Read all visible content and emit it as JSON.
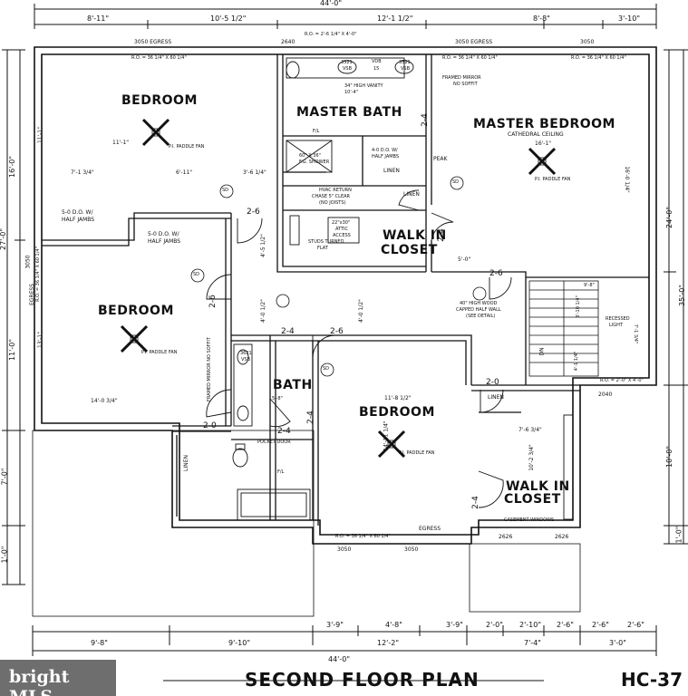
{
  "drawing": {
    "title": "SECOND FLOOR PLAN",
    "code": "HC-37"
  },
  "logo": {
    "text": "bright MLS"
  },
  "rooms": {
    "bedroom_nw": "BEDROOM",
    "bedroom_w": "BEDROOM",
    "bedroom_s": "BEDROOM",
    "master_bath": "MASTER BATH",
    "master_bedroom": "MASTER BEDROOM",
    "master_bedroom_sub": "CATHEDRAL CEILING",
    "bath": "BATH",
    "walk_in_closet_n_1": "WALK IN",
    "walk_in_closet_n_2": "CLOSET",
    "walk_in_closet_s_1": "WALK IN",
    "walk_in_closet_s_2": "CLOSET"
  },
  "top_dims": {
    "overall": "44'-0\"",
    "seg1": "8'-11\"",
    "seg2": "10'-5 1/2\"",
    "seg3": "12'-1 1/2\"",
    "seg4": "8'-8\"",
    "seg5": "3'-10\""
  },
  "bottom_dims": {
    "row1": [
      "3'-9\"",
      "4'-8\"",
      "3'-9\"",
      "2'-0\"",
      "2'-10\"",
      "2'-6\"",
      "2'-6\"",
      "2'-6\""
    ],
    "row2": [
      "9'-8\"",
      "9'-10\"",
      "12'-2\"",
      "7'-4\"",
      "3'-0\""
    ],
    "overall": "44'-0\""
  },
  "side_dims": {
    "left_top": "16'-0\"",
    "left_27": "27'-0\"",
    "left_11": "11'-0\"",
    "left_7": "7'-0\"",
    "left_1": "1'-0\"",
    "right_24": "24'-0\"",
    "right_35": "35'-0\"",
    "right_10": "10'-0\"",
    "right_1": "1'-0\""
  },
  "windows": {
    "w1": "3050 EGRESS",
    "w1_ro": "R.O. = 36 1/4\" X 60 1/4\"",
    "w2": "2640",
    "w2_ro": "R.O. = 2'-6 1/4\" X 4'-0\"",
    "w3": "3050 EGRESS",
    "w3_ro": "R.O. = 36 1/4\" X 60 1/4\"",
    "w4": "3050",
    "w4_ro": "R.O. = 36 1/4\" X 60 1/4\"",
    "w5": "3050",
    "w5b": "EGRESS",
    "w5_ro": "R.O. = 36 1/4\" X 60 1/4\"",
    "w6": "2040",
    "w6_ro": "R.O. = 2'-0\" X 4'-0\"",
    "w7": "EGRESS",
    "w7_ro": "R.O. = 36 1/4\" X 60 1/4\"",
    "w7a": "3050",
    "w7b": "3050",
    "w8": "CASEMENT WINDOWS",
    "w8a": "2626",
    "w8b": "2626"
  },
  "notes": {
    "fan": "P.I. PADDLE FAN",
    "sd": "SD",
    "half_jambs_1": "5-0 D.O. W/",
    "half_jambs_1b": "HALF JAMBS",
    "half_jambs_2": "5-0 D.O. W/",
    "half_jambs_2b": "HALF JAMBS",
    "half_jambs_3": "4-0 D.O. W/",
    "half_jambs_3b": "HALF JAMBS",
    "vanity": "34\" HIGH VANITY",
    "vanity_len": "10'-4\"",
    "sink1": "3321",
    "sink1b": "VSB",
    "vdb": "VDB",
    "vdb2": "15",
    "sink2": "3321",
    "sink2b": "VSB",
    "framed_mirror": "FRAMED MIRROR",
    "no_soffit": "NO SOFFIT",
    "shower": "60\" X 36\"",
    "shower_b": "F.G. SHOWER",
    "fl": "F/L",
    "linen": "LINEN",
    "peak": "PEAK",
    "hvac1": "HVAC RETURN",
    "hvac2": "CHASE 5\" CLEAR",
    "hvac3": "(NO JOISTS)",
    "attic1": "22\"x30\"",
    "attic2": "ATTIC",
    "attic3": "ACCESS",
    "studs1": "STUDS TURNED",
    "studs2": "FLAT",
    "wall1": "40\" HIGH WOOD",
    "wall2": "CAPPED HALF WALL",
    "wall3": "(SEE DETAIL)",
    "recessed1": "RECESSED",
    "recessed2": "LIGHT",
    "dn": "DN",
    "pocket_door": "POCKET DOOR",
    "mirror_v": "FRAMED MIRROR NO SOFFIT",
    "bath_vsb": "VSB",
    "bath_vsb_n": "3621",
    "bath_len": "5'-8\""
  },
  "room_dims": {
    "nw_a": "11'-1\"",
    "nw_b": "7'-1 3/4\"",
    "nw_c": "6'-11\"",
    "nw_d": "3'-6 1/4\"",
    "nw_e": "11'-1\"",
    "mb_a": "16'-1\"",
    "mb_b": "16'-0 1/4\"",
    "mb_c": "5'-0\"",
    "w_a": "14'-0 3/4\"",
    "w_b": "13'-1\"",
    "s_a": "11'-8 1/2\"",
    "s_b": "14'-11 1/4\"",
    "wic_a": "7'-6 3/4\"",
    "wic_b": "10'-2 3/4\"",
    "door_2_6": "2-6",
    "door_2_4": "2-4",
    "door_2_0": "2-0",
    "hall_a": "4'-5 1/2\"",
    "hall_b": "4'-0 1/2\"",
    "hall_c": "4'-0 1/2\"",
    "stair_a": "9'-8\"",
    "stair_b": "3'-10 1/4\"",
    "stair_c": "7'-1 3/4\"",
    "stair_d": "4'-1 1/4\""
  }
}
